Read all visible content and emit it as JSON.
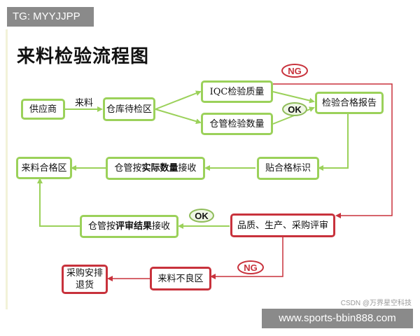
{
  "tag": "TG: MYYJJPP",
  "title": "来料检验流程图",
  "nodes": {
    "supplier": "供应商",
    "warehouse_pending": "仓库待检区",
    "iqc": "IQC检验质量",
    "qty_check": "仓管检验数量",
    "report": "检验合格报告",
    "label_pass": "贴合格标识",
    "receive_pre": "仓管按",
    "receive_bold": "实际数量",
    "receive_post": "接收",
    "qualified_area": "来料合格区",
    "review": "品质、生产、采购评审",
    "review_receive_pre": "仓管按",
    "review_receive_bold": "评审结果",
    "review_receive_post": "接收",
    "defect_area": "来料不良区",
    "return_line1": "采购安排",
    "return_line2": "退货"
  },
  "edge_labels": {
    "incoming": "来料"
  },
  "badges": {
    "ng_top": "NG",
    "ok_mid": "OK",
    "ok_review": "OK",
    "ng_bottom": "NG"
  },
  "watermark": "CSDN @万界星空科技",
  "footer": "www.sports-bbin888.com",
  "colors": {
    "green": "#9bd15a",
    "red": "#c8323c"
  }
}
